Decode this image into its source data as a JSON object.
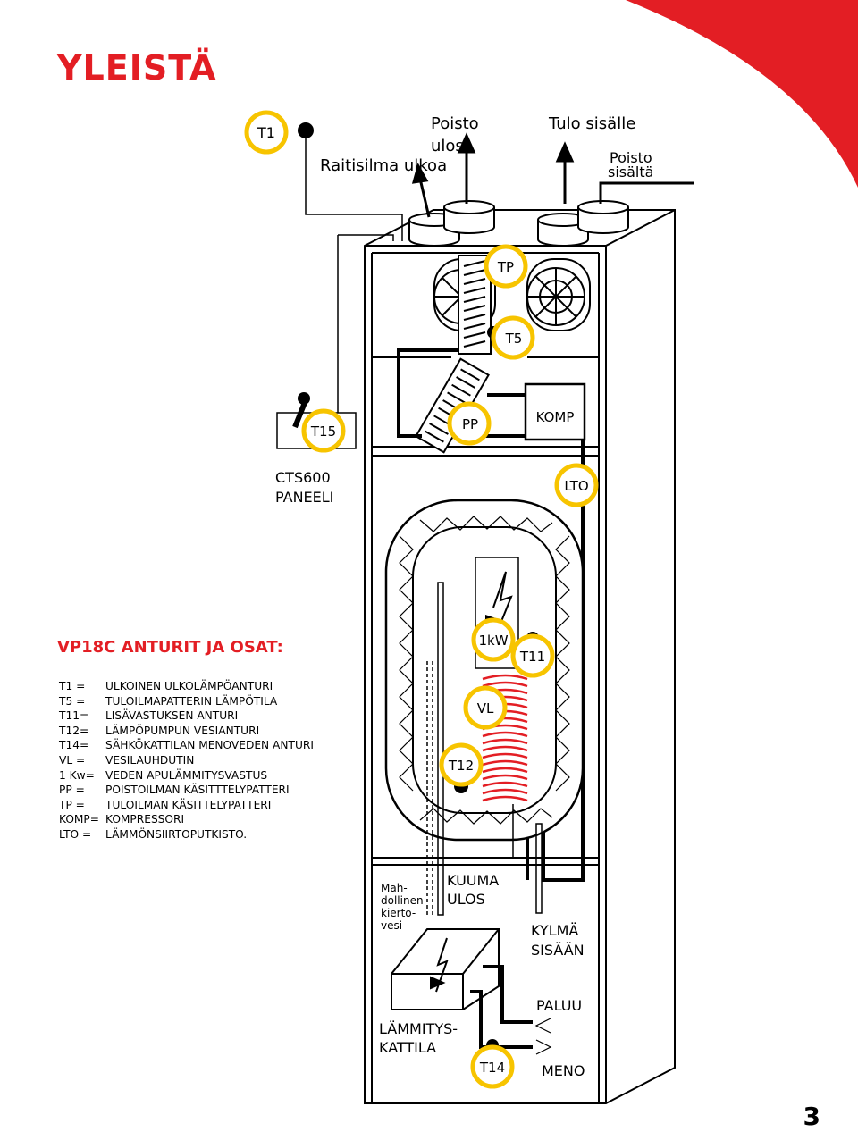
{
  "page": {
    "title": "YLEISTÄ",
    "subtitle": "VP18C ANTURIT JA OSAT:",
    "page_number": "3"
  },
  "labels": {
    "t1": "T1",
    "poisto_ulos_1": "Poisto",
    "poisto_ulos_2": "ulos",
    "tulo_sisalle": "Tulo sisälle",
    "raitisilma": "Raitisilma ulkoa",
    "poisto_sisalta_1": "Poisto",
    "poisto_sisalta_2": "sisältä",
    "tp": "TP",
    "t5": "T5",
    "t15": "T15",
    "pp": "PP",
    "komp": "KOMP",
    "cts_1": "CTS600",
    "cts_2": "PANEELI",
    "lto": "LTO",
    "kw": "1kW",
    "t11": "T11",
    "vl": "VL",
    "t12": "T12",
    "mah_1": "Mah-",
    "mah_2": "dollinen",
    "mah_3": "kierto-",
    "mah_4": "vesi",
    "kuuma_1": "KUUMA",
    "kuuma_2": "ULOS",
    "kylma_1": "KYLMÄ",
    "kylma_2": "SISÄÄN",
    "paluu": "PALUU",
    "lammitys_1": "LÄMMITYS-",
    "lammitys_2": "KATTILA",
    "t14": "T14",
    "meno": "MENO"
  },
  "legend": [
    {
      "key": "T1 =",
      "value": "ULKOINEN ULKOLÄMPÖANTURI"
    },
    {
      "key": "T5 =",
      "value": "TULOILMAPATTERIN LÄMPÖTILA"
    },
    {
      "key": "T11=",
      "value": "LISÄVASTUKSEN ANTURI"
    },
    {
      "key": "T12=",
      "value": "LÄMPÖPUMPUN VESIANTURI"
    },
    {
      "key": "T14=",
      "value": "SÄHKÖKATTILAN MENOVEDEN ANTURI"
    },
    {
      "key": "VL =",
      "value": "VESILAUHDUTIN"
    },
    {
      "key": "1 Kw=",
      "value": "VEDEN APULÄMMITYSVASTUS"
    },
    {
      "key": "PP =",
      "value": "POISTOILMAN KÄSITTTELYPATTERI"
    },
    {
      "key": "TP =",
      "value": "TULOILMAN KÄSITTELYPATTERI"
    },
    {
      "key": "KOMP=",
      "value": "KOMPRESSORI"
    },
    {
      "key": "LTO =",
      "value": "LÄMMÖNSIIRTOPUTKISTO."
    }
  ],
  "colors": {
    "accent_red": "#e31e24",
    "sensor_ring": "#f7c400",
    "condenser_coil": "#e31e24"
  }
}
